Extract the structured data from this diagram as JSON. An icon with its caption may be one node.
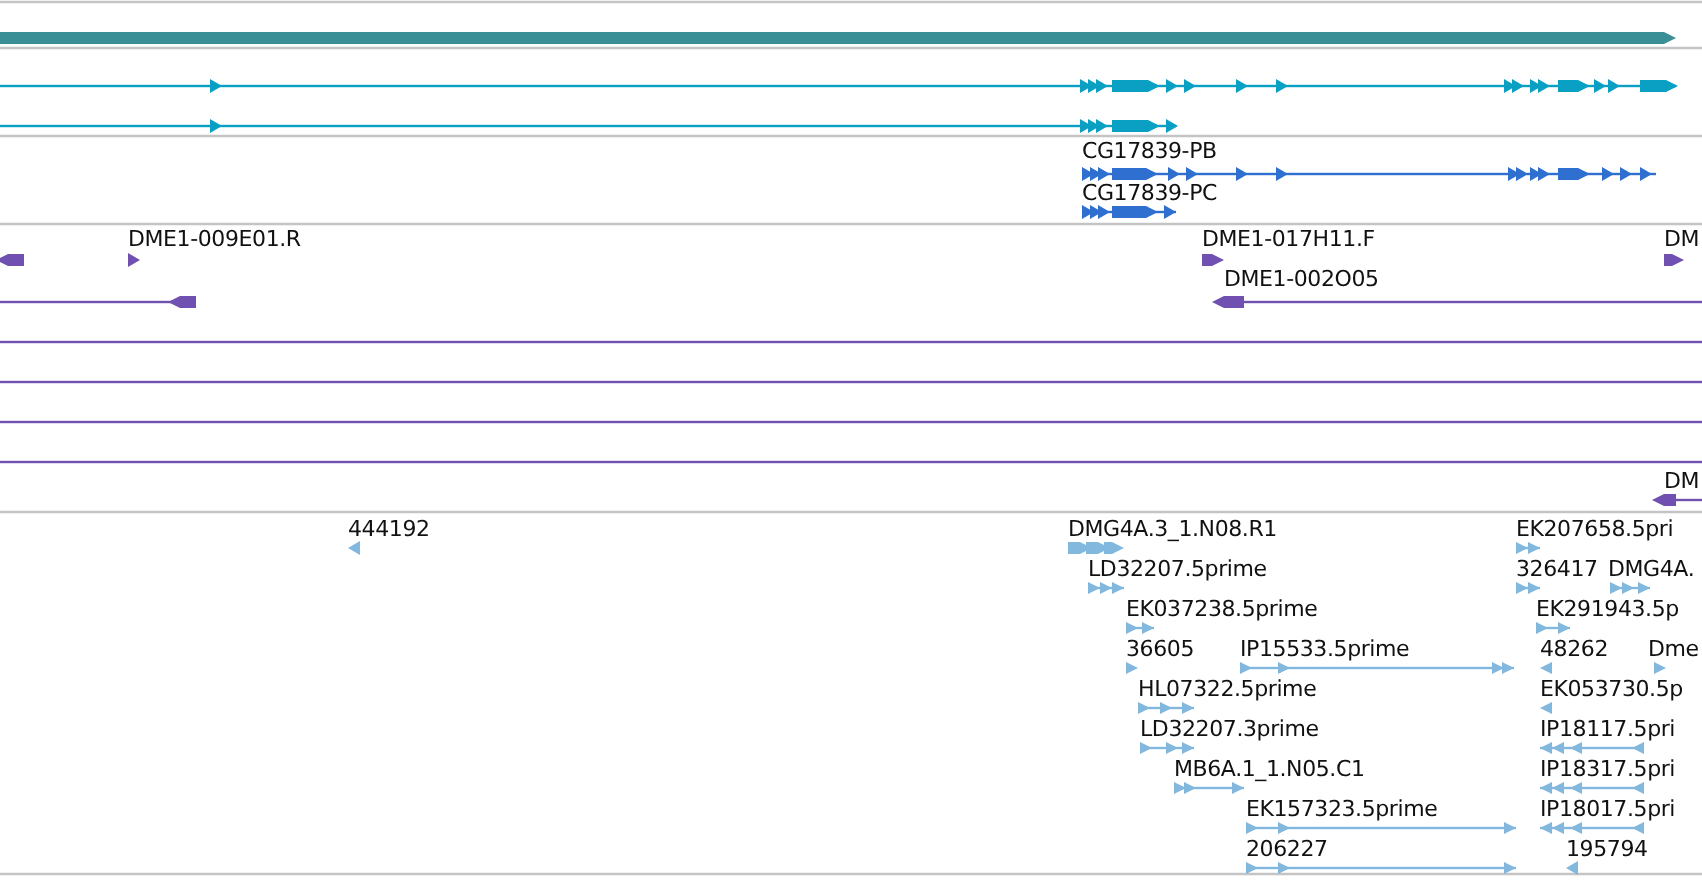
{
  "diagram": {
    "labels": [
      "CG17839-PB",
      "CG17839-PC",
      "DME1-009E01.R",
      "DME1-017H11.F",
      "DM",
      "DME1-002O05",
      "DM",
      "444192",
      "DMG4A.3_1.N08.R1",
      "EK207658.5pri",
      "LD32207.5prime",
      "326417",
      "DMG4A.",
      "EK037238.5prime",
      "EK291943.5p",
      "36605",
      "IP15533.5prime",
      "48262",
      "Dme",
      "HL07322.5prime",
      "EK053730.5p",
      "LD32207.3prime",
      "IP18117.5pri",
      "MB6A.1_1.N05.C1",
      "IP18317.5pri",
      "EK157323.5prime",
      "IP18017.5pri",
      "206227",
      "195794"
    ]
  }
}
